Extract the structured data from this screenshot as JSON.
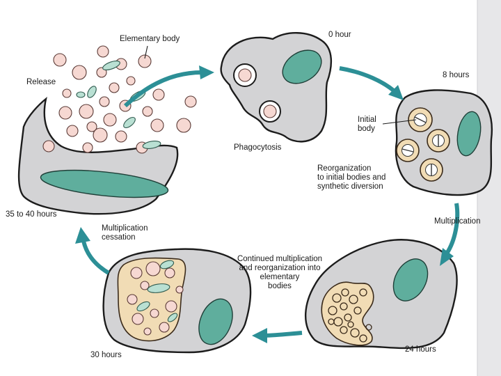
{
  "diagram": {
    "labels": {
      "elementary_body": "Elementary body",
      "zero_hour": "0 hour",
      "release": "Release",
      "eight_hours": "8 hours",
      "initial_body": "Initial\nbody",
      "phagocytosis": "Phagocytosis",
      "reorganization": "Reorganization\nto initial bodies and\nsynthetic diversion",
      "hours_35_40": "35 to 40 hours",
      "multiplication": "Multiplication",
      "multiplication_cessation": "Multiplication\ncessation",
      "continued_multiplication": "Continued multiplication\nand reorganization into\nelementary\nbodies",
      "hours_24": "24 hours",
      "hours_30": "30 hours"
    },
    "colors": {
      "cytoplasm": "#d3d3d5",
      "nucleus": "#5fae9d",
      "elementary_body": "#f6d8d2",
      "inclusion": "#f1dcb5",
      "arrow": "#2c8f96"
    }
  }
}
